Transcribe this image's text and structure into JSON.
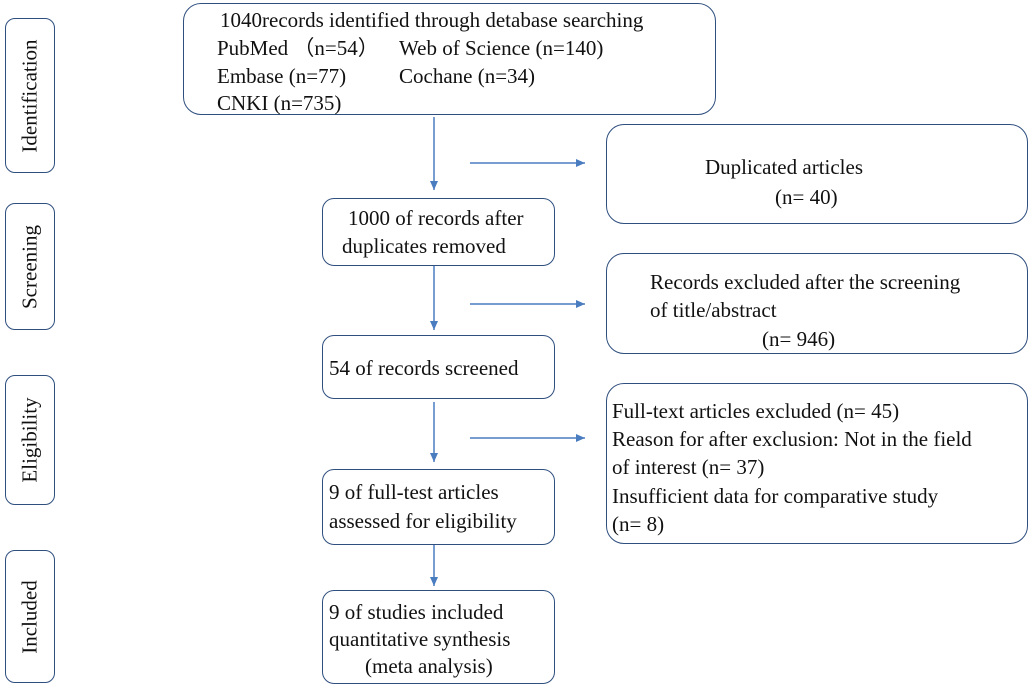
{
  "stages": {
    "identification": "Identification",
    "screening": "Screening",
    "eligibility": "Eligibility",
    "included": "Included"
  },
  "identification_box": {
    "line1": "1040records identified through detabase searching",
    "pubmed": "PubMed （n=54）",
    "wos": "Web of Science (n=140)",
    "embase": "Embase (n=77)",
    "cochrane": "Cochane (n=34)",
    "cnki": "CNKI (n=735)"
  },
  "duplicates_removed_box": {
    "line1": "1000 of records after",
    "line2": "duplicates removed"
  },
  "screened_box": {
    "line1": "54 of records screened"
  },
  "fulltext_box": {
    "line1": "9 of full-test articles",
    "line2": "assessed for eligibility"
  },
  "included_box": {
    "line1": "9 of studies included",
    "line2": "quantitative synthesis",
    "line3": "(meta analysis)"
  },
  "duplicated_box": {
    "line1": "Duplicated articles",
    "line2": "(n= 40)"
  },
  "excluded_title_box": {
    "line1": "Records excluded after the screening",
    "line2": "of title/abstract",
    "line3": "(n= 946)"
  },
  "excluded_fulltext_box": {
    "line1": "Full-text articles excluded  (n= 45)",
    "line2": "Reason for after exclusion: Not in the field",
    "line3": "of interest (n= 37)",
    "line4": "Insufficient data for comparative study",
    "line5": "(n= 8)"
  },
  "colors": {
    "border": "#2f4f7f",
    "arrow": "#4a7cc0"
  }
}
